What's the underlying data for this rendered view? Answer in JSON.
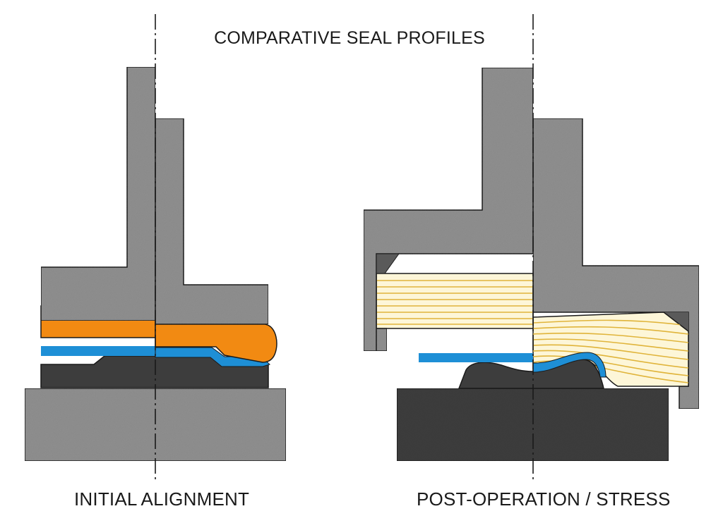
{
  "title": "COMPARATIVE SEAL PROFILES",
  "panels": [
    {
      "caption": "INITIAL ALIGNMENT"
    },
    {
      "caption": "POST-OPERATION / STRESS"
    }
  ],
  "colors": {
    "housing_gray": "#8f8f8f",
    "dark_base": "#3d3d3d",
    "orange_seal": "#f28a12",
    "blue_film": "#1e8fd6",
    "cream_layers": "#fdf6d8",
    "layer_lines": "#e0b43a",
    "outline": "#1a1a1a",
    "centerline": "#1a1a1a"
  }
}
